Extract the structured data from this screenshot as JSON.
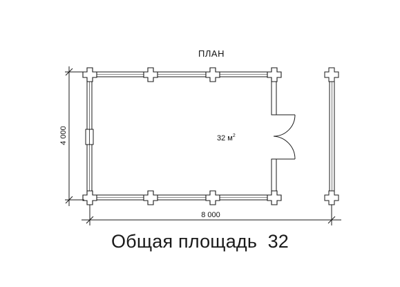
{
  "plan_title": "ПЛАН",
  "area_label": "32 м",
  "area_superscript": "2",
  "dimension_height": "4 000",
  "dimension_width": "8 000",
  "caption_text": "Общая площадь",
  "caption_value": "32",
  "colors": {
    "line": "#1a1a1a",
    "background": "#ffffff"
  }
}
